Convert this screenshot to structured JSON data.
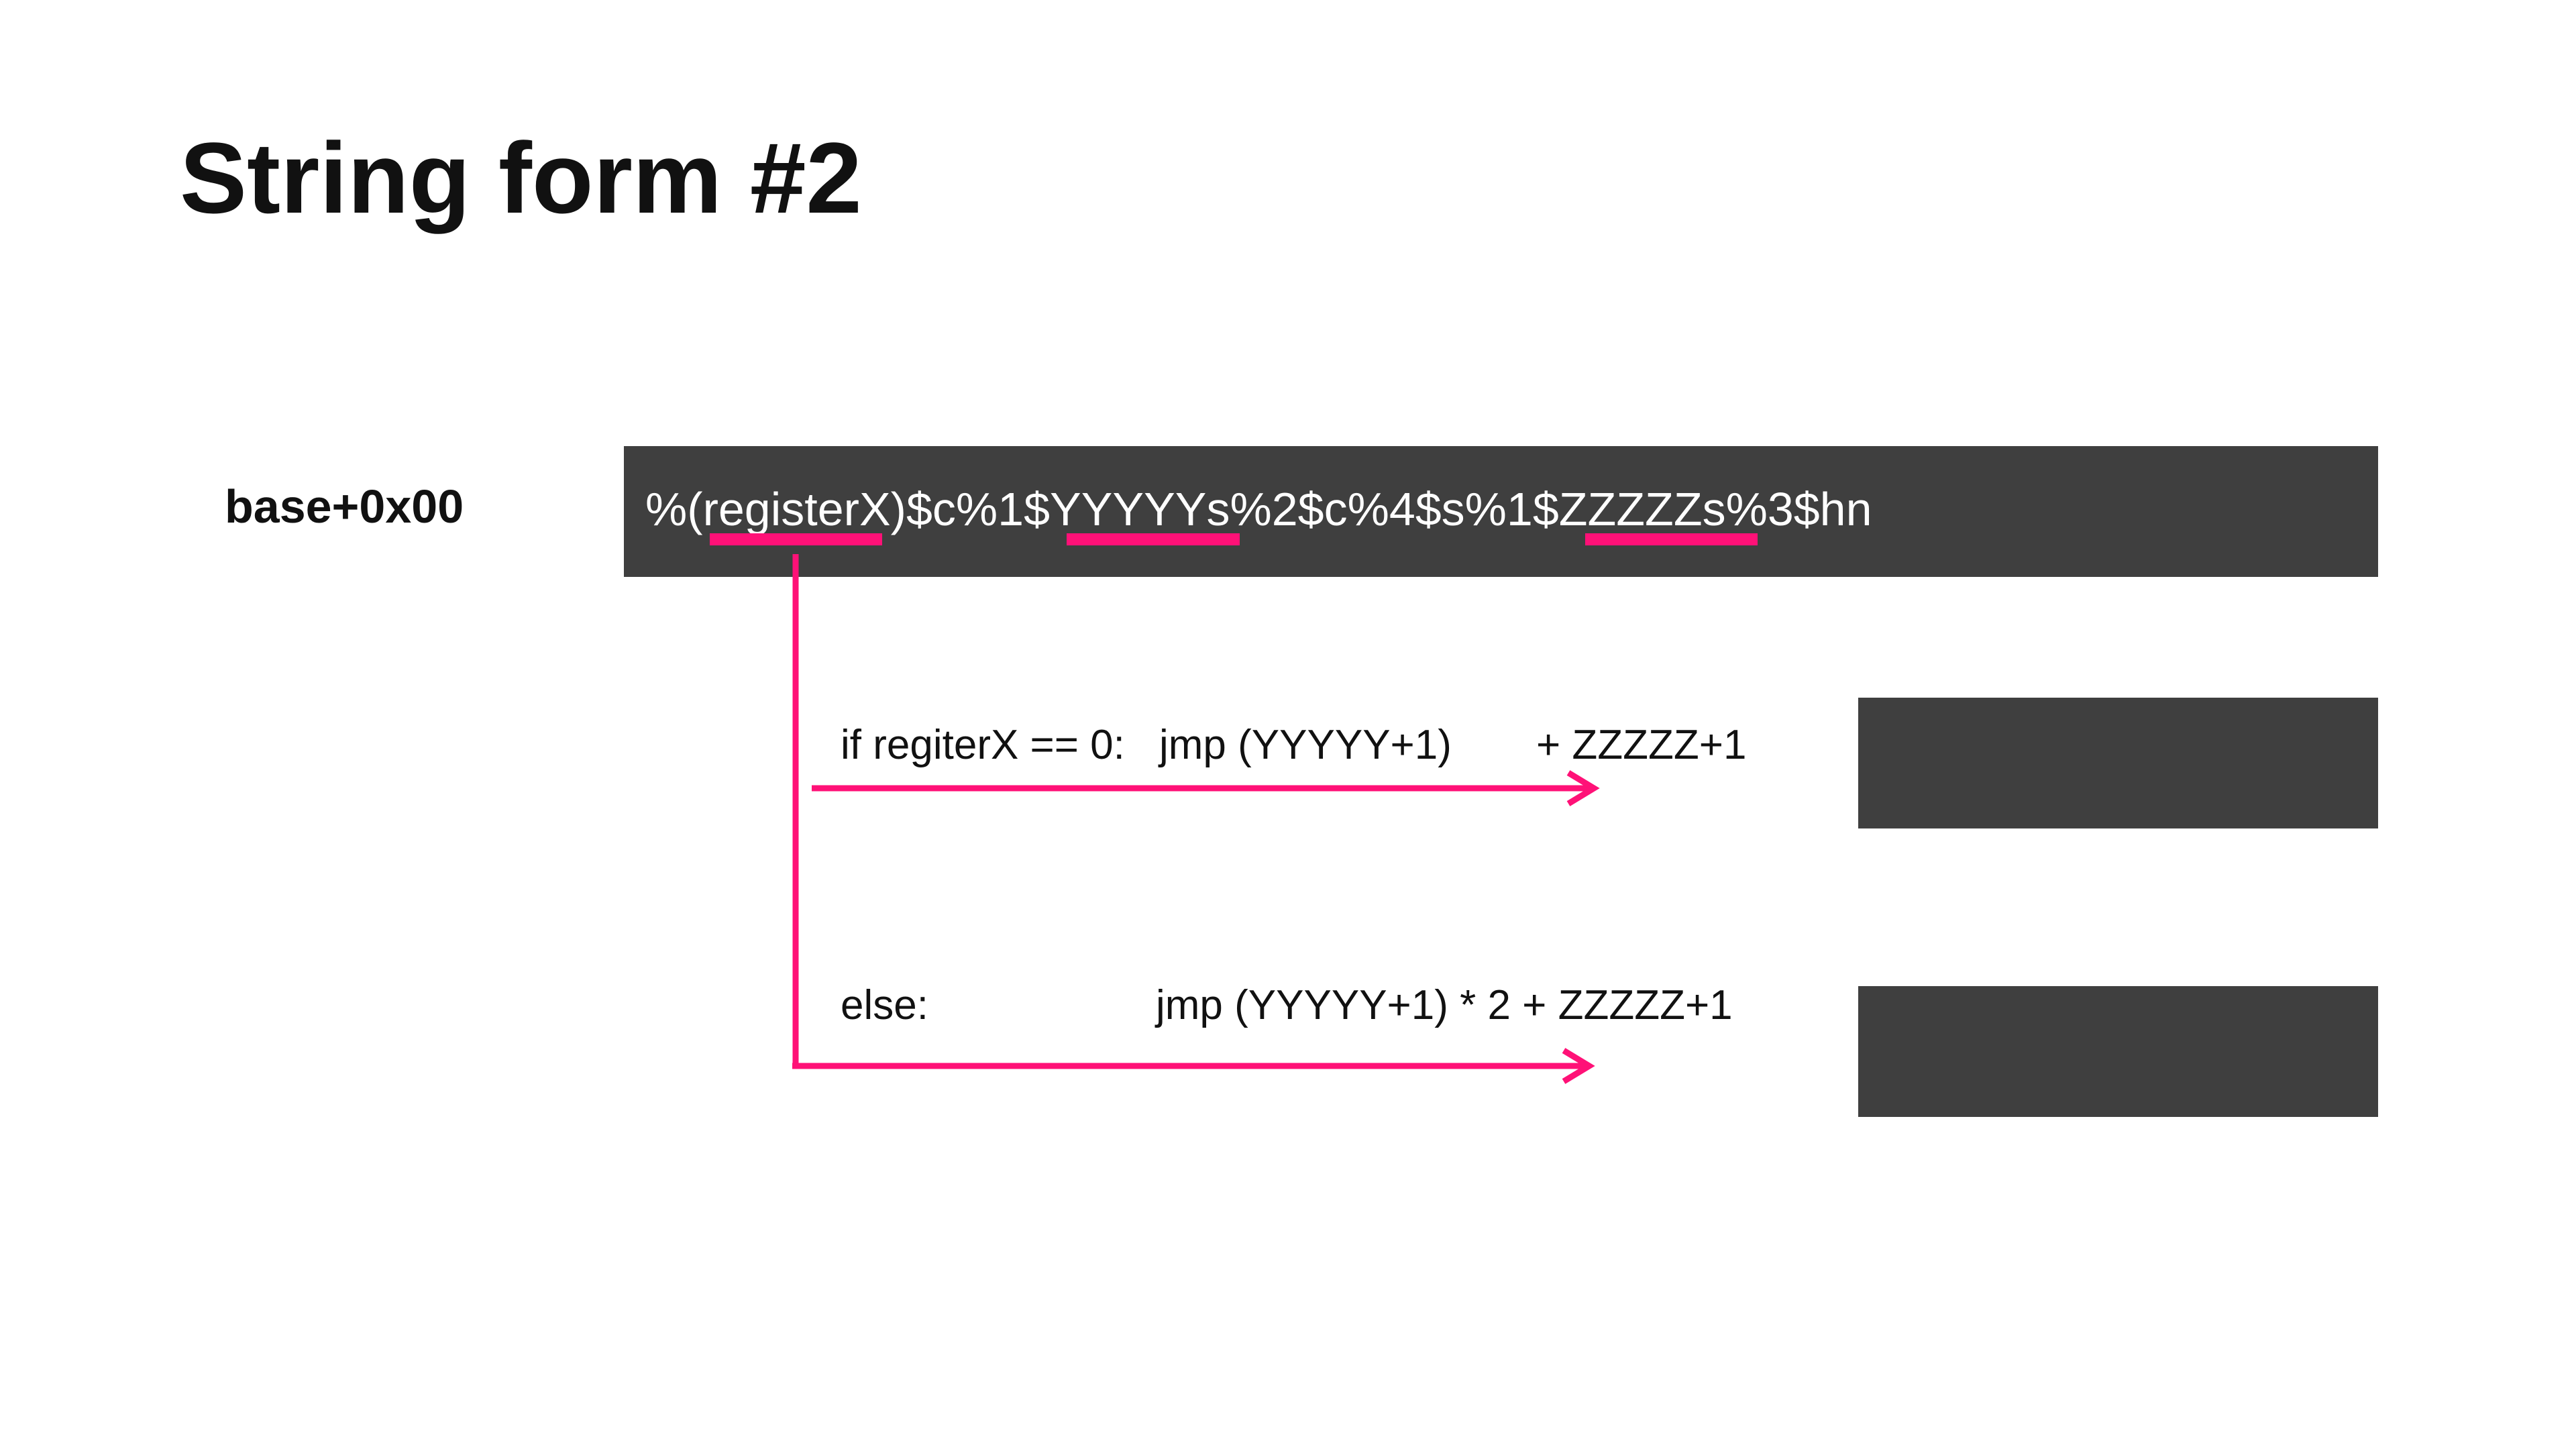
{
  "slide": {
    "title": "String form #2",
    "base_label": "base+0x00"
  },
  "format_string": {
    "prefix": "%(",
    "register": "registerX",
    "mid1": ")$c%1$",
    "yyyyy": "YYYYYs",
    "mid2": "%2$c%4$s%1$",
    "zzzzz": "ZZZZZs",
    "suffix": "%3$hn"
  },
  "branches": {
    "if_condition": "if regiterX == 0:",
    "if_jump": "jmp (YYYYY+1)",
    "if_plus": "+ ZZZZZ+1",
    "else_label": "else:",
    "else_jump": "jmp (YYYYY+1) * 2 + ZZZZZ+1"
  },
  "colors": {
    "accent": "#ff1177",
    "bar": "#3f3f3f",
    "text": "#111111",
    "bar_text": "#ffffff"
  }
}
